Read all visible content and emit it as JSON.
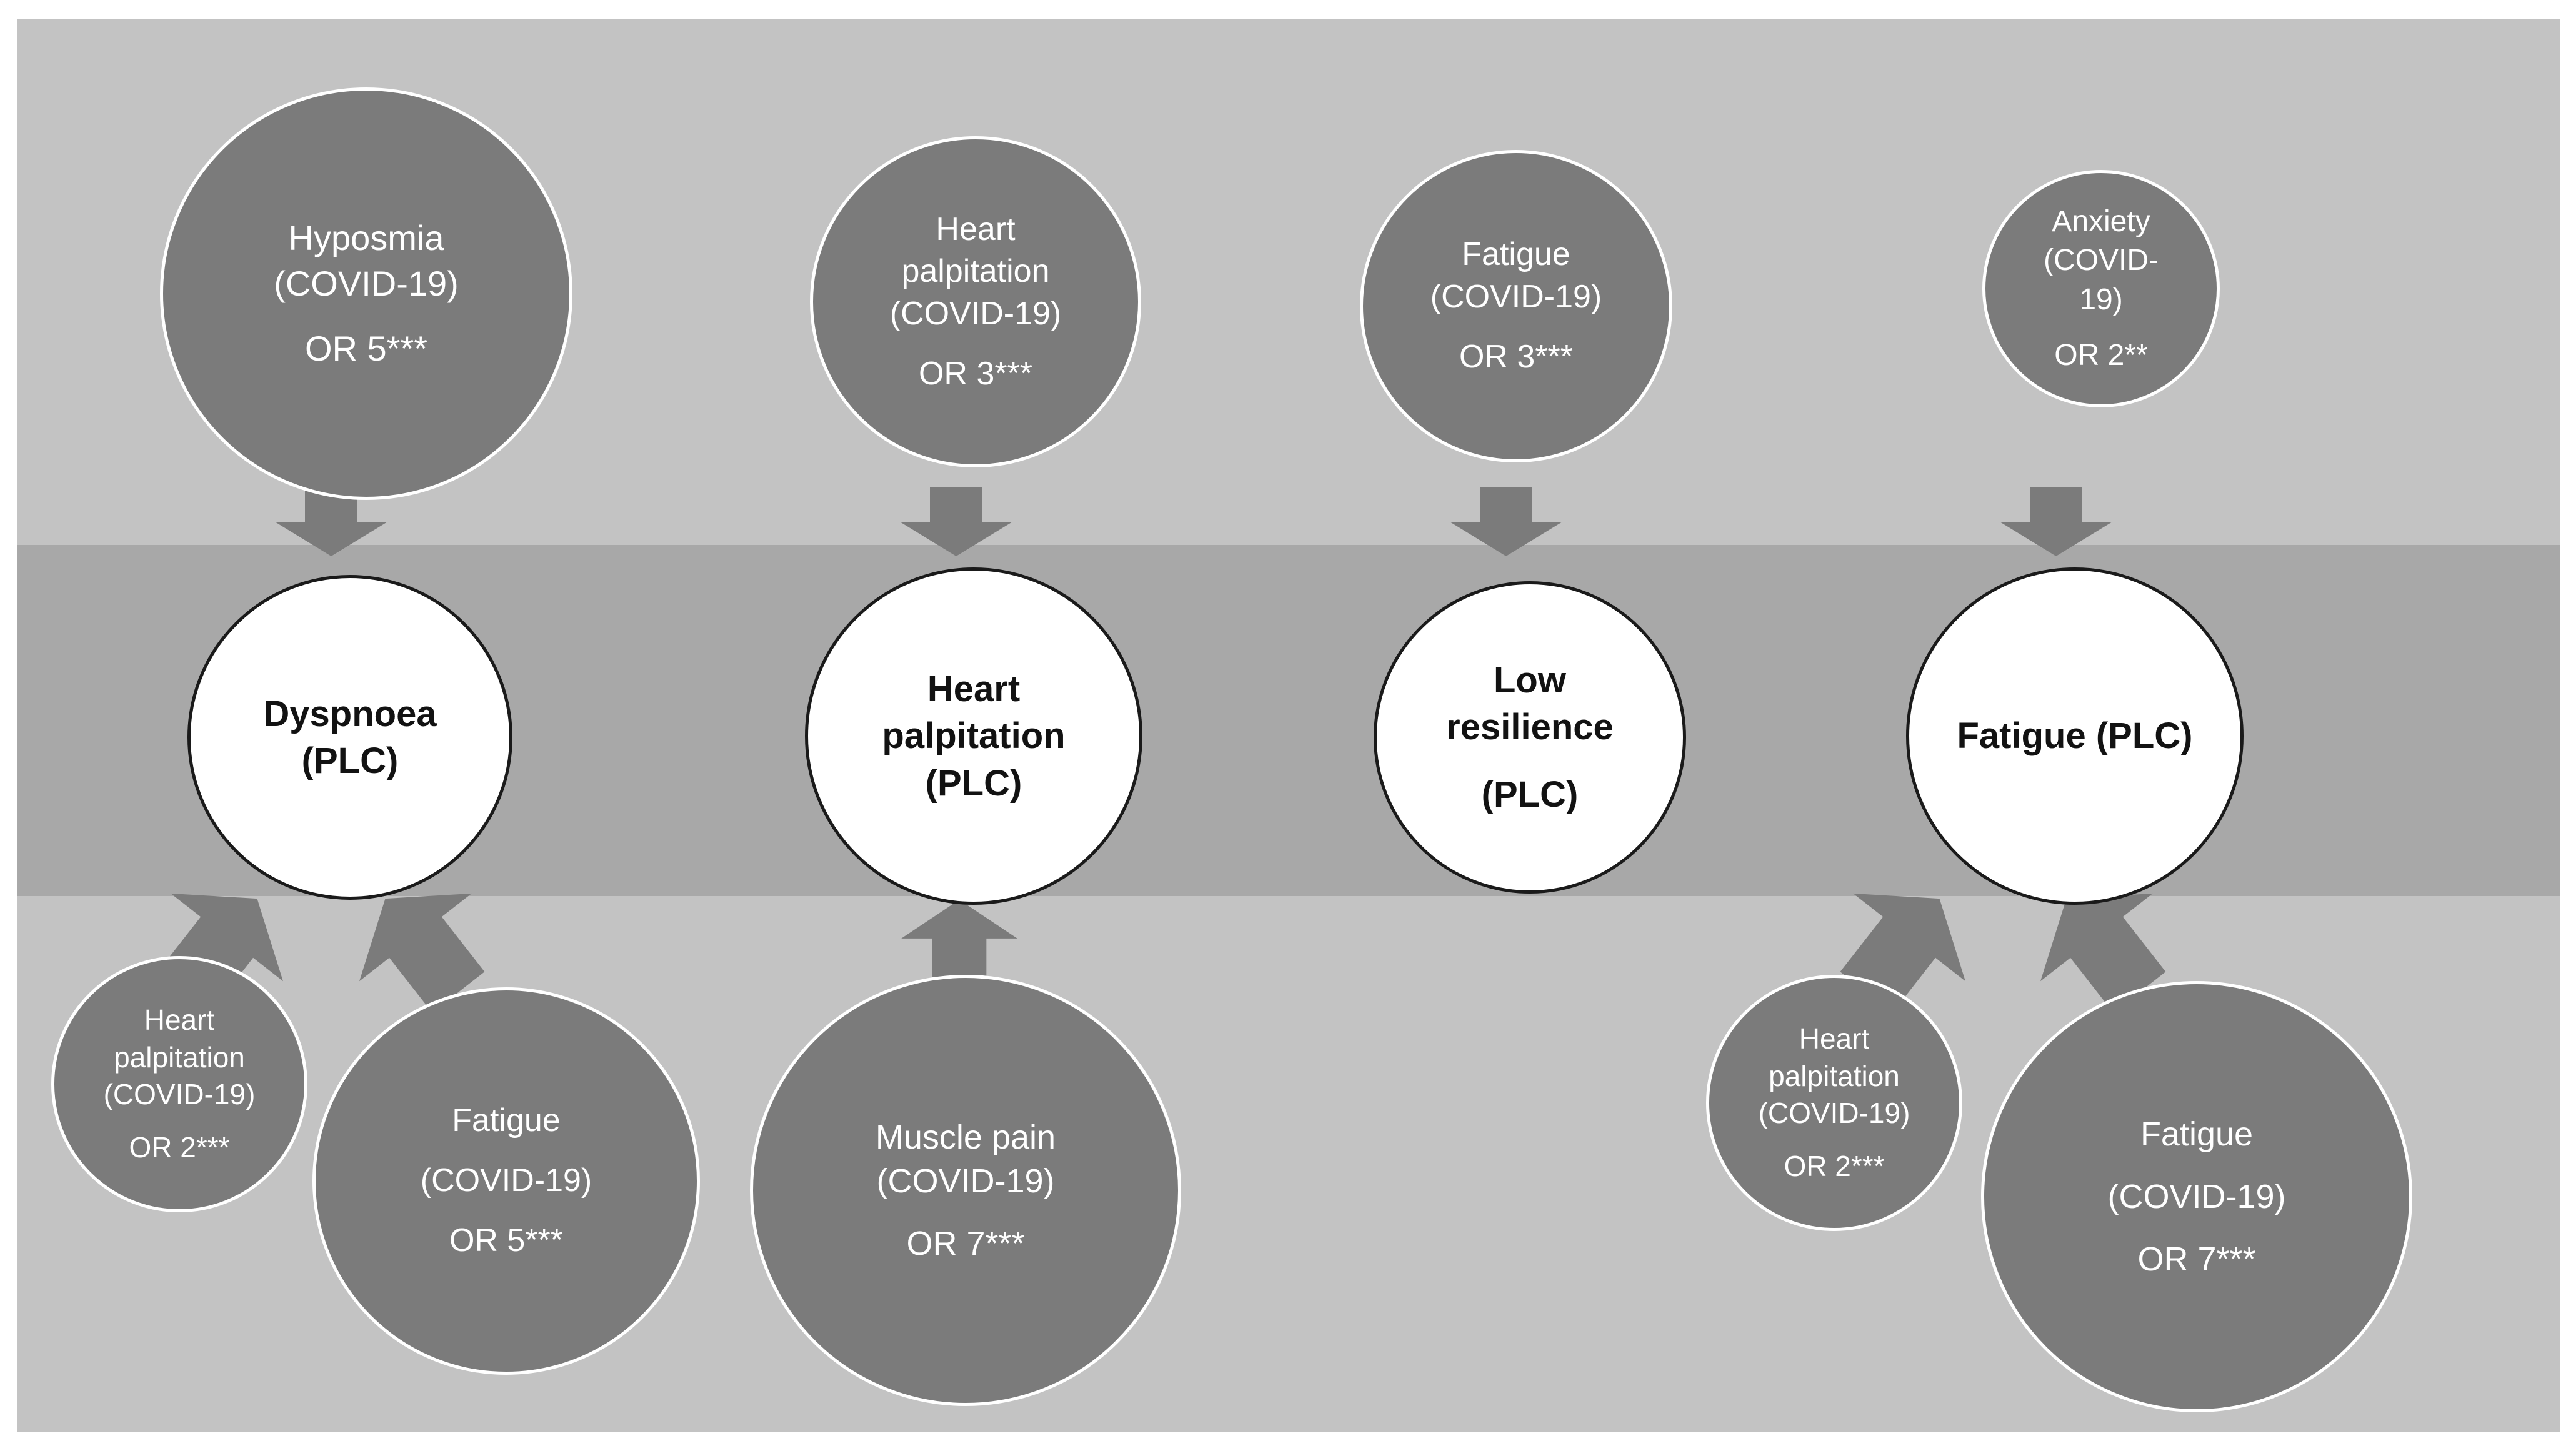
{
  "figure": {
    "type": "pathway-diagram",
    "title_text": "",
    "colors": {
      "panel_background": "#c3c3c3",
      "band_background": "#a8a8a8",
      "covid_node_fill": "#7b7b7b",
      "covid_node_border": "#ffffff",
      "covid_node_text": "#ffffff",
      "plc_node_fill": "#ffffff",
      "plc_node_border": "#1a1a1a",
      "plc_node_text": "#121212",
      "arrow_fill": "#7b7b7b"
    }
  },
  "top_row": [
    {
      "id": "hyposmia-covid",
      "name": "Hyposmia",
      "cohort": "(COVID-19)",
      "odds_ratio": "OR 5***"
    },
    {
      "id": "heart-palpitation-covid-top",
      "name_line1": "Heart",
      "name_line2": "palpitation",
      "cohort": "(COVID-19)",
      "odds_ratio": "OR 3***"
    },
    {
      "id": "fatigue-covid-top",
      "name": "Fatigue",
      "cohort": "(COVID-19)",
      "odds_ratio": "OR 3***"
    },
    {
      "id": "anxiety-covid",
      "name": "Anxiety",
      "cohort_line1": "(COVID-",
      "cohort_line2": "19)",
      "odds_ratio": "OR 2**"
    }
  ],
  "middle_row": [
    {
      "id": "dyspnoea-plc",
      "name": "Dyspnoea",
      "cohort": "(PLC)"
    },
    {
      "id": "heart-palpitation-plc",
      "name_line1": "Heart",
      "name_line2": "palpitation",
      "cohort": "(PLC)"
    },
    {
      "id": "low-resilience-plc",
      "name_line1": "Low",
      "name_line2": "resilience",
      "cohort": "(PLC)"
    },
    {
      "id": "fatigue-plc",
      "name": "Fatigue (PLC)"
    }
  ],
  "bottom_row": [
    {
      "id": "heart-palpitation-covid-bl",
      "name_line1": "Heart",
      "name_line2": "palpitation",
      "cohort": "(COVID-19)",
      "odds_ratio": "OR 2***"
    },
    {
      "id": "fatigue-covid-bl",
      "name": "Fatigue",
      "cohort": "(COVID-19)",
      "odds_ratio": "OR 5***"
    },
    {
      "id": "muscle-pain-covid",
      "name": "Muscle pain",
      "cohort": "(COVID-19)",
      "odds_ratio": "OR 7***"
    },
    {
      "id": "heart-palpitation-covid-br",
      "name_line1": "Heart",
      "name_line2": "palpitation",
      "cohort": "(COVID-19)",
      "odds_ratio": "OR 2***"
    },
    {
      "id": "fatigue-covid-br",
      "name": "Fatigue",
      "cohort": "(COVID-19)",
      "odds_ratio": "OR 7***"
    }
  ],
  "arrows": [
    {
      "id": "arrow-hyposmia-to-dyspnoea",
      "direction": "down"
    },
    {
      "id": "arrow-heartpalp-to-heartpalp",
      "direction": "down"
    },
    {
      "id": "arrow-fatigue-to-lowresilience",
      "direction": "down"
    },
    {
      "id": "arrow-anxiety-to-fatigueplc",
      "direction": "down"
    },
    {
      "id": "arrow-heartpalp-bl-to-dyspnoea",
      "direction": "up-right"
    },
    {
      "id": "arrow-fatigue-bl-to-dyspnoea",
      "direction": "up-left"
    },
    {
      "id": "arrow-musclepain-to-heartpalp",
      "direction": "up"
    },
    {
      "id": "arrow-heartpalp-br-to-fatigueplc",
      "direction": "up-right"
    },
    {
      "id": "arrow-fatigue-br-to-fatigueplc",
      "direction": "up-left"
    }
  ]
}
